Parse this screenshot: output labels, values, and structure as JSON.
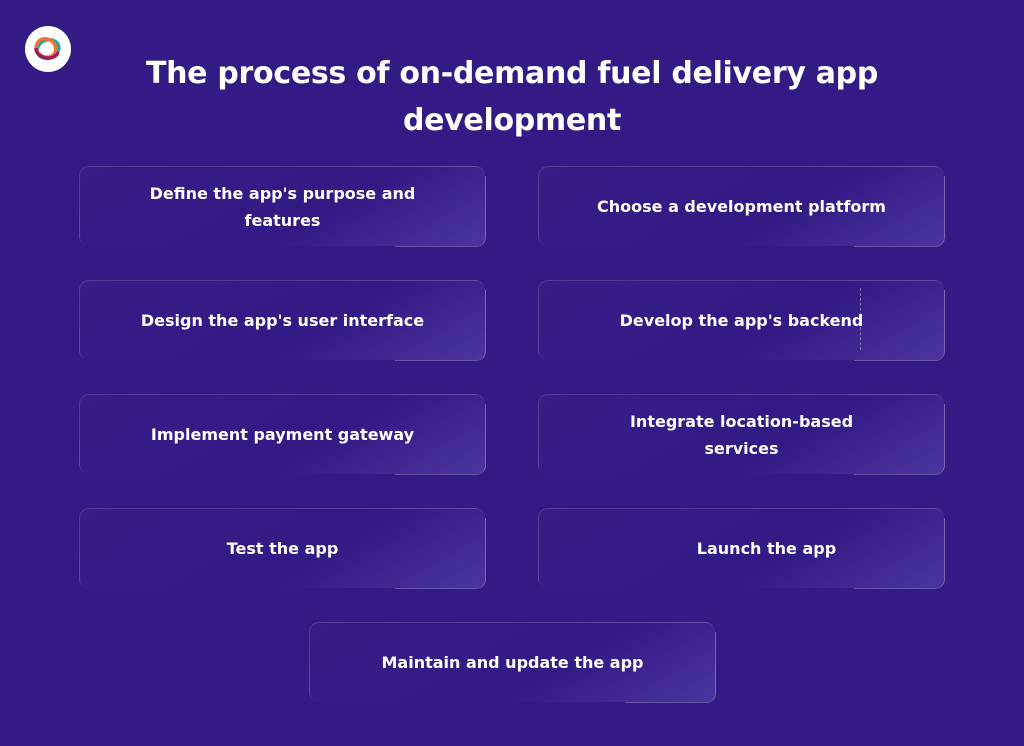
{
  "header": {
    "logo_icon": "brand-ring-logo",
    "title_line1": "The process of on-demand fuel delivery app",
    "title_line2": "development"
  },
  "steps": [
    {
      "label": "Define the app's purpose and features"
    },
    {
      "label": "Choose a development platform"
    },
    {
      "label": "Design the app's user interface"
    },
    {
      "label": "Develop the app's backend"
    },
    {
      "label": "Implement payment gateway"
    },
    {
      "label": "Integrate location-based services"
    },
    {
      "label": "Test the app"
    },
    {
      "label": "Launch the app"
    },
    {
      "label": "Maintain and update the app"
    }
  ],
  "colors": {
    "background": "#331a85",
    "text": "#ffffff",
    "logo_orange": "#f0743a",
    "logo_magenta": "#a3195b",
    "logo_teal": "#1ba89a"
  }
}
